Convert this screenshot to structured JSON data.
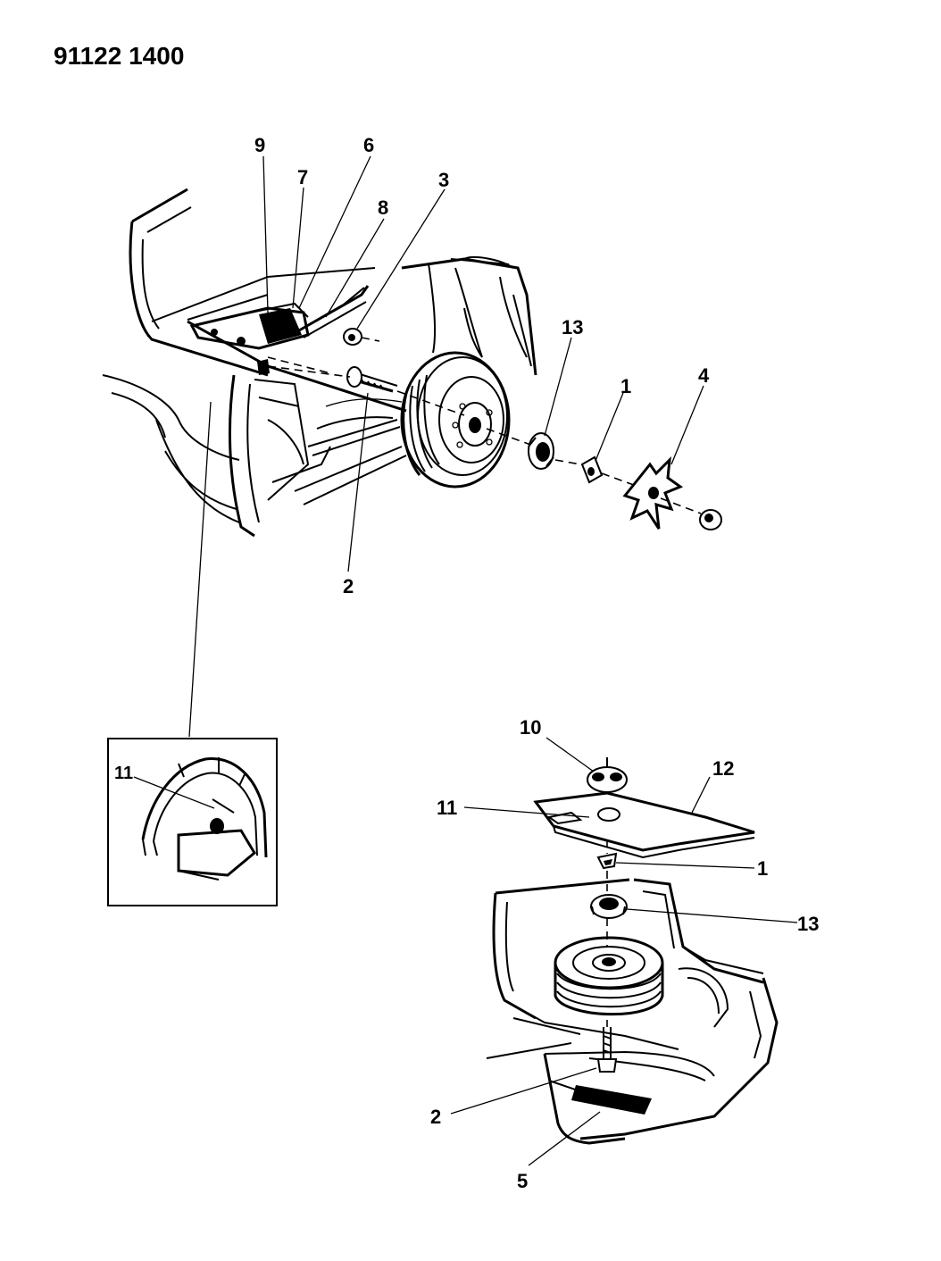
{
  "header": {
    "code": "91122 1400"
  },
  "callouts": {
    "top_9": "9",
    "top_7": "7",
    "top_6": "6",
    "top_8": "8",
    "top_3": "3",
    "top_13": "13",
    "top_1": "1",
    "top_4": "4",
    "top_2": "2",
    "inset_11": "11",
    "bot_10": "10",
    "bot_12": "12",
    "bot_11": "11",
    "bot_1": "1",
    "bot_13": "13",
    "bot_2": "2",
    "bot_5": "5"
  }
}
